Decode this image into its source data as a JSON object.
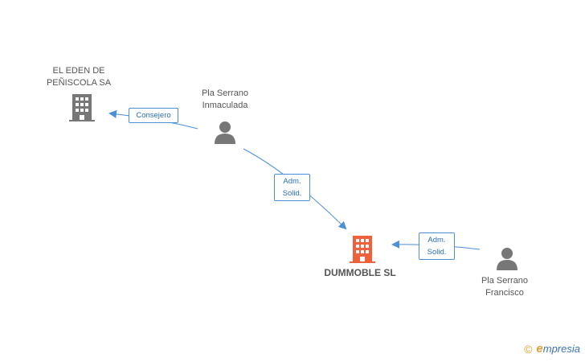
{
  "nodes": {
    "eden": {
      "line1": "EL EDEN DE",
      "line2": "PEÑISCOLA SA",
      "icon": "building-icon",
      "color": "#777777"
    },
    "inmaculada": {
      "line1": "Pla Serrano",
      "line2": "Inmaculada",
      "icon": "person-icon",
      "color": "#777777"
    },
    "dummoble": {
      "line1": "DUMMOBLE SL",
      "icon": "building-icon",
      "color": "#f0603a"
    },
    "francisco": {
      "line1": "Pla Serrano",
      "line2": "Francisco",
      "icon": "person-icon",
      "color": "#777777"
    }
  },
  "edges": {
    "consejero": {
      "line1": "Consejero"
    },
    "adm1": {
      "line1": "Adm.",
      "line2": "Solid."
    },
    "adm2": {
      "line1": "Adm.",
      "line2": "Solid."
    }
  },
  "brand": {
    "copyright": "©",
    "e": "e",
    "name": "mpresia"
  },
  "colors": {
    "edge": "#4a8fd8"
  }
}
